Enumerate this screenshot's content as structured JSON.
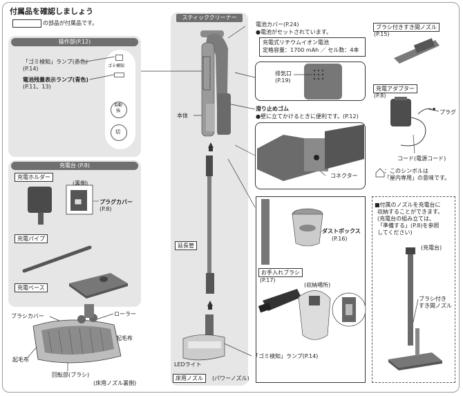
{
  "title": "付属品を確認しましょう",
  "legend_text": "の部品が付属品です。",
  "stick": {
    "header": "スティッククリーナー",
    "body_label": "本体",
    "pipe_label": "延長管"
  },
  "control_panel": {
    "header": "操作部(P.12)",
    "dust_lamp": "「ゴミ検知」ランプ(赤色)",
    "dust_lamp_ref": "(P.14)",
    "battery_lamp": "電池残量表示ランプ(青色)",
    "battery_lamp_ref": "(P.11、13)",
    "btn_dust": "ゴミ検知",
    "btn_power": "自動/強",
    "btn_power_line1": "自動",
    "btn_power_line2": "強",
    "btn_off": "切"
  },
  "charger_stand": {
    "header": "充電台 (P.8)",
    "holder": "充電ホルダー",
    "back": "(裏側)",
    "plug_cover": "プラグカバー",
    "plug_cover_ref": "(P.8)",
    "pipe": "充電パイプ",
    "base": "充電ベース"
  },
  "nozzle": {
    "brush_cover": "ブラシカバー",
    "roller": "ローラー",
    "bristle": "起毛布",
    "rotor": "回転部(ブラシ)",
    "underside": "(床用ノズル裏側)"
  },
  "battery": {
    "cover": "電池カバー(P.24)",
    "note": "●電池がセットされています。",
    "spec1": "充電式リチウムイオン電池",
    "spec2": "定格容量：1700 mAh ／ セル数：4本"
  },
  "exhaust": {
    "label": "排気口",
    "ref": "(P.19)"
  },
  "anti_slip": {
    "label": "滑り止めゴム",
    "note": "●壁に立てかけるときに便利です。(P.12)"
  },
  "connector": "コネクター",
  "dustbox": {
    "label": "ダストボックス",
    "ref": "(P.16)"
  },
  "care_brush": {
    "label": "お手入れブラシ",
    "ref": "(P.17)",
    "storage": "(収納場所)"
  },
  "dust_lamp_bottom": "「ゴミ検知」ランプ(P.14)",
  "led": "LEDライト",
  "floor_nozzle": {
    "label": "床用ノズル",
    "sub": "(パワーノズル)"
  },
  "gap_nozzle": {
    "label": "ブラシ付きすき間ノズル",
    "ref": "(P.15)"
  },
  "adapter": {
    "label": "充電アダプター",
    "ref": "(P.8)",
    "plug": "プラグ",
    "cord": "コード(電源コード)"
  },
  "indoor": {
    "line1": "：このシンボルは",
    "line2": "「屋内専用」の意味です。"
  },
  "storage_note": {
    "lines": [
      "■付属のノズルを充電台に",
      "収納することができます。",
      "(充電台の組み立ては、",
      "「準備する」(P.8)を参照",
      "してください)"
    ],
    "stand": "(充電台)",
    "nozzle1": "ブラシ付き",
    "nozzle2": "すき間ノズル"
  }
}
